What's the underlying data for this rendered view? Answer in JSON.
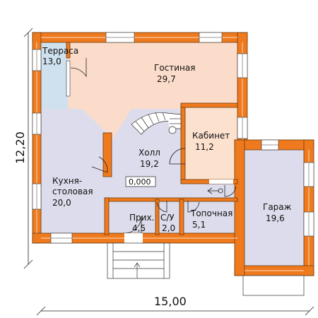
{
  "plan": {
    "rooms": [
      {
        "id": "terrace",
        "name": "Терраса",
        "area": "13,0"
      },
      {
        "id": "living",
        "name": "Гостиная",
        "area": "29,7"
      },
      {
        "id": "office",
        "name": "Кабинет",
        "area": "11,2"
      },
      {
        "id": "hall",
        "name": "Холл",
        "area": "19,2"
      },
      {
        "id": "kitchen",
        "name_line1": "Кухня-",
        "name_line2": "столовая",
        "area": "20,0"
      },
      {
        "id": "entry",
        "name": "Прих.",
        "area": "4,5"
      },
      {
        "id": "wc",
        "name": "С/У",
        "area": "2,0"
      },
      {
        "id": "boiler",
        "name": "Топочная",
        "area": "5,1"
      },
      {
        "id": "garage",
        "name": "Гараж",
        "area": "19,6"
      }
    ],
    "dimensions": {
      "width": "15,00",
      "height": "12,20"
    },
    "level_mark": "0,000",
    "colors": {
      "wall": "#ef7a1e",
      "wall_border": "#6b3a0c",
      "living_fill": "#fbdccb",
      "interior_fill": "#dcdcec",
      "terrace_fill": "#cfe1ef",
      "office_fill": "#fde1cf",
      "garage_fill": "#dcdcec"
    }
  }
}
